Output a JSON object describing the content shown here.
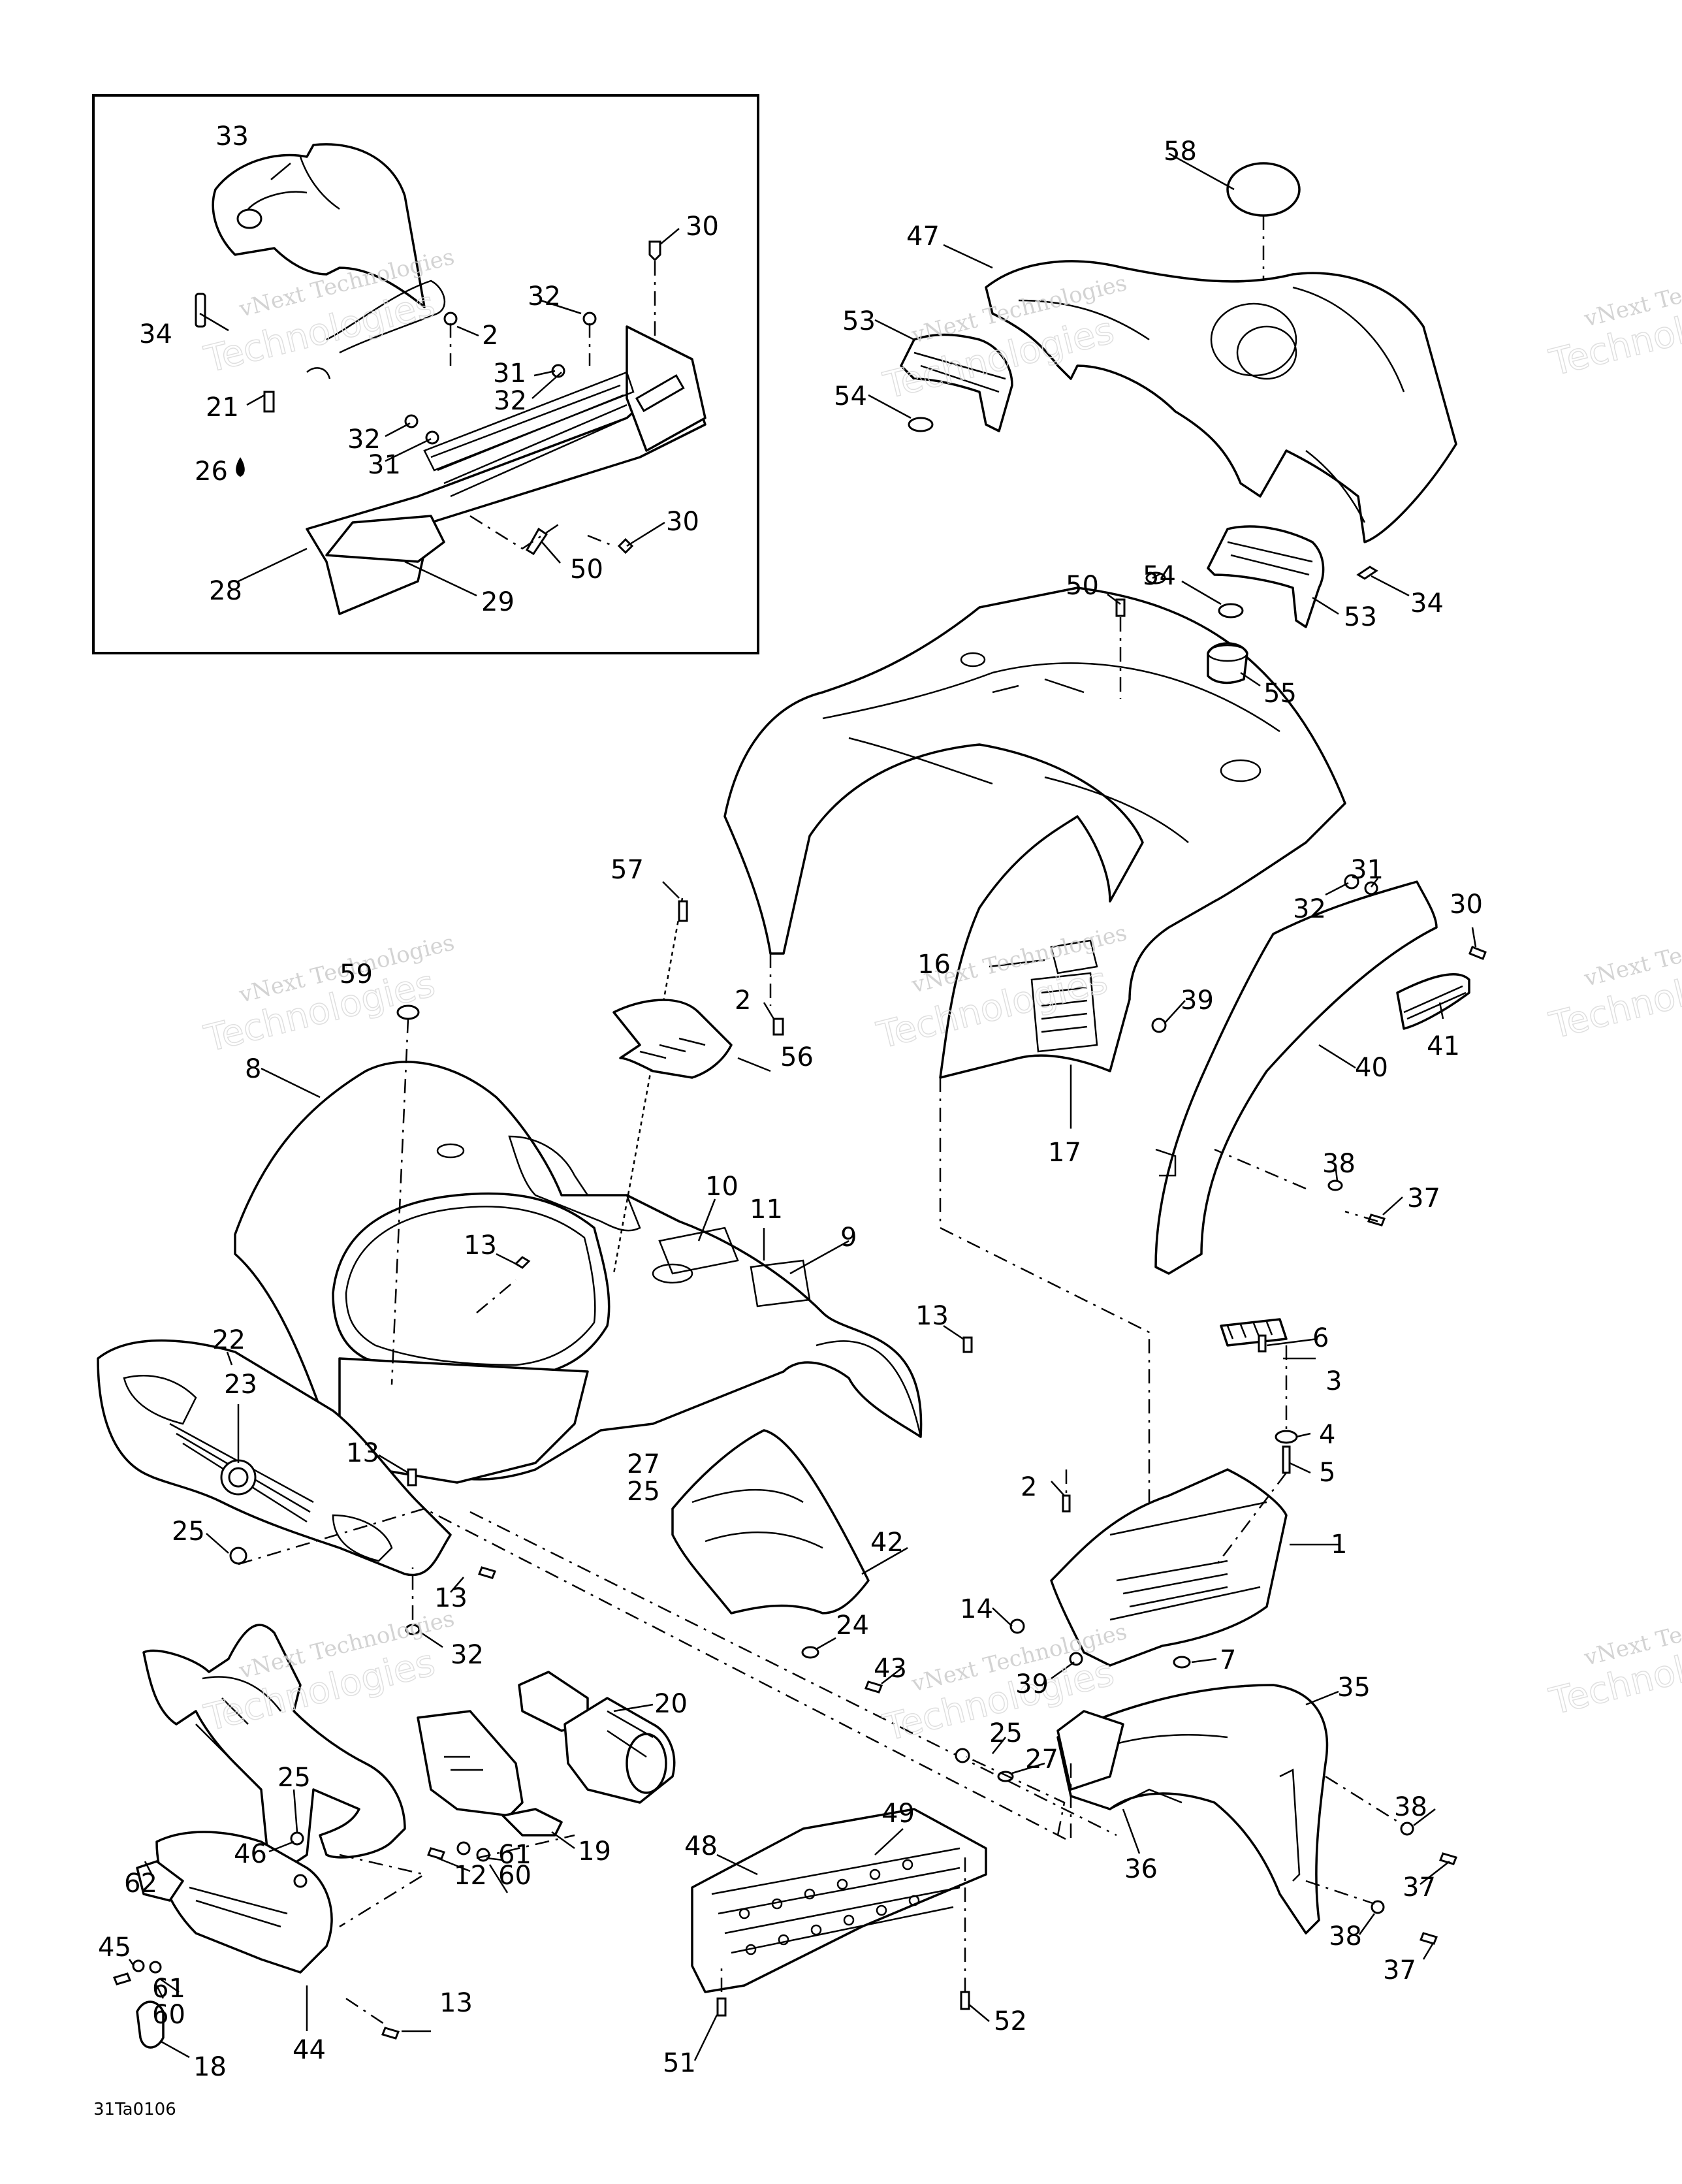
{
  "figure_code": "31Ta0106",
  "watermark": {
    "line1": "vNext",
    "line2": "vNext Technologies",
    "line3": "Technologies"
  },
  "callouts": {
    "c1": "1",
    "c2": "2",
    "c3": "3",
    "c4": "4",
    "c5": "5",
    "c6": "6",
    "c7": "7",
    "c8": "8",
    "c9": "9",
    "c10": "10",
    "c11": "11",
    "c12": "12",
    "c13": "13",
    "c14": "14",
    "c16": "16",
    "c17": "17",
    "c18": "18",
    "c19": "19",
    "c20": "20",
    "c21": "21",
    "c22": "22",
    "c23": "23",
    "c24": "24",
    "c25": "25",
    "c26": "26",
    "c27": "27",
    "c28": "28",
    "c29": "29",
    "c30": "30",
    "c31": "31",
    "c32": "32",
    "c33": "33",
    "c34": "34",
    "c35": "35",
    "c36": "36",
    "c37": "37",
    "c38": "38",
    "c39": "39",
    "c40": "40",
    "c41": "41",
    "c42": "42",
    "c43": "43",
    "c44": "44",
    "c45": "45",
    "c46": "46",
    "c47": "47",
    "c48": "48",
    "c49": "49",
    "c50": "50",
    "c51": "51",
    "c52": "52",
    "c53": "53",
    "c54": "54",
    "c55": "55",
    "c56": "56",
    "c57": "57",
    "c58": "58",
    "c59": "59",
    "c60": "60",
    "c61": "61",
    "c62": "62"
  }
}
